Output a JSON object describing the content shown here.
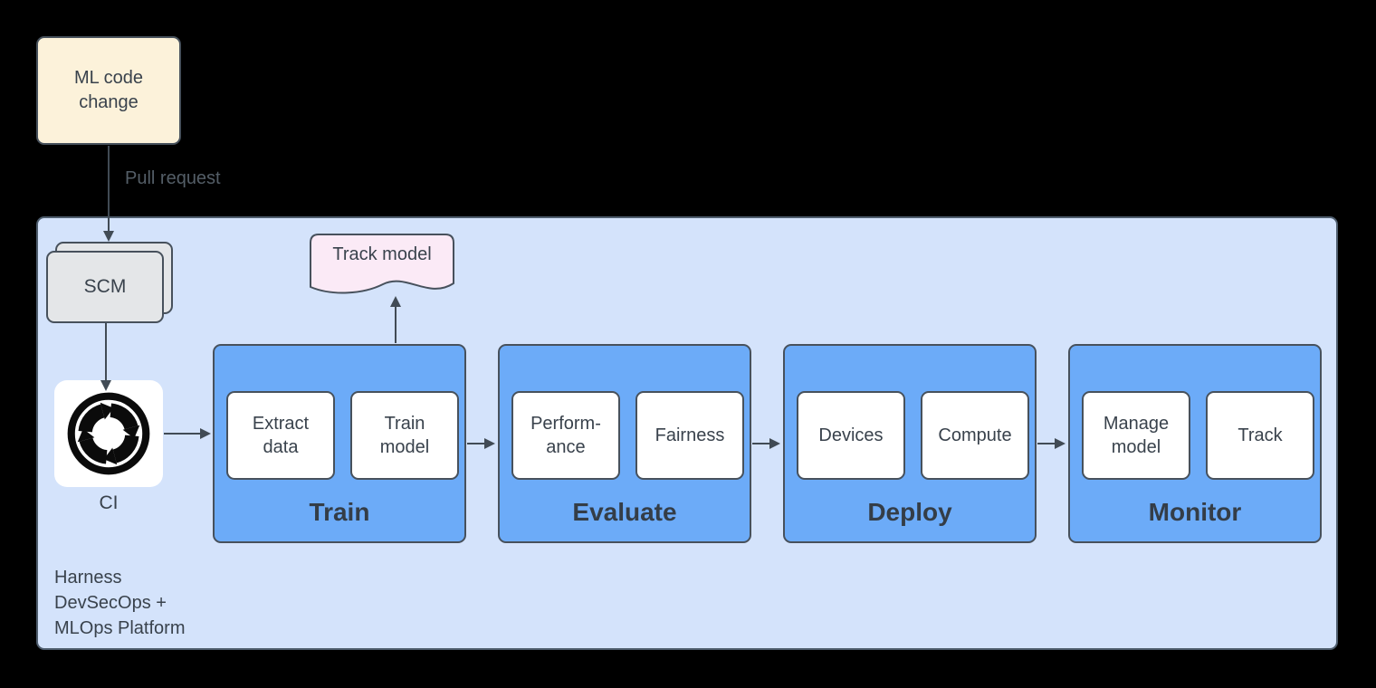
{
  "diagram": {
    "colors": {
      "background": "#000000",
      "platform_bg": "#d4e3fb",
      "platform_border": "#4e5d6d",
      "stage_bg": "#6cabf8",
      "node_border": "#47515c",
      "task_bg": "#ffffff",
      "scm_bg": "#e4e6e8",
      "code_change_bg": "#fcf2da",
      "document_bg": "#fbeaf6",
      "text": "#39424c",
      "muted_text": "#545e67",
      "arrow": "#414b55",
      "icon": "#0b0b0b"
    },
    "ml_code_change": {
      "lines": [
        "ML code",
        "change"
      ]
    },
    "pull_request_label": "Pull request",
    "scm_label": "SCM",
    "ci": {
      "label": "CI",
      "icon": "cycle-arrows-icon"
    },
    "track_model_label": "Track model",
    "platform_label_lines": [
      "Harness",
      "DevSecOps +",
      "MLOps Platform"
    ],
    "stages": [
      {
        "label": "Train",
        "items": [
          {
            "lines": [
              "Extract",
              "data"
            ]
          },
          {
            "lines": [
              "Train",
              "model"
            ]
          }
        ]
      },
      {
        "label": "Evaluate",
        "items": [
          {
            "lines": [
              "Perform-",
              "ance"
            ]
          },
          {
            "lines": [
              "Fairness"
            ]
          }
        ]
      },
      {
        "label": "Deploy",
        "items": [
          {
            "lines": [
              "Devices"
            ]
          },
          {
            "lines": [
              "Compute"
            ]
          }
        ]
      },
      {
        "label": "Monitor",
        "items": [
          {
            "lines": [
              "Manage",
              "model"
            ]
          },
          {
            "lines": [
              "Track"
            ]
          }
        ]
      }
    ]
  }
}
